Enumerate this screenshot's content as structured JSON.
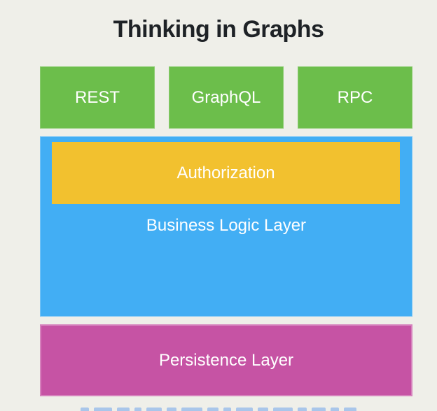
{
  "title": "Thinking in Graphs",
  "diagram": {
    "api_layer": {
      "boxes": [
        {
          "label": "REST"
        },
        {
          "label": "GraphQL"
        },
        {
          "label": "RPC"
        }
      ]
    },
    "business_logic_layer": {
      "label": "Business Logic Layer",
      "authorization": {
        "label": "Authorization"
      }
    },
    "persistence_layer": {
      "label": "Persistence Layer"
    }
  },
  "colors": {
    "background": "#EFEFE9",
    "api_box_green": "#6CBE4B",
    "business_logic_blue": "#42AEF4",
    "authorization_yellow": "#F2C12F",
    "persistence_magenta": "#C653A4",
    "title_text": "#1E2226",
    "box_text": "#FFFFFF",
    "caption_link_blue": "#A9C6EA"
  }
}
